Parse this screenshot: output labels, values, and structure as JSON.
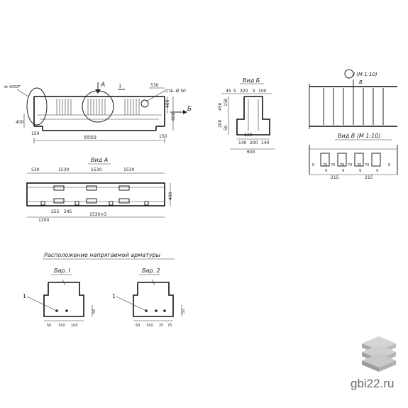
{
  "beam": {
    "total_length": "5550",
    "height_left": "400",
    "height_right": "400",
    "end_height": "150",
    "top_ext": "530",
    "hole_label": "Отв. Ø 50",
    "left_callout": "№ 4052Т",
    "arrow_a": "А",
    "arrow_b": "Б",
    "section_i": "I",
    "dim_150": "150",
    "dim_600": "600"
  },
  "view_b": {
    "title": "Вид Б",
    "dims_top": [
      "45",
      "5",
      "320",
      "5",
      "100"
    ],
    "dims_bottom": [
      "320",
      "140",
      "200",
      "140"
    ],
    "width": "600",
    "left_dims": [
      "450",
      "150",
      "200",
      "50"
    ]
  },
  "view_a": {
    "title": "Вид А",
    "top_dims": [
      "530",
      "1530",
      "1530",
      "1530"
    ],
    "height": "400",
    "bottom_dims": [
      "1200",
      "255",
      "245",
      "1530×3"
    ]
  },
  "detail_i": {
    "label": "I (М 1:10)",
    "sub": "В"
  },
  "view_v": {
    "title": "Вид В (М 1:10)",
    "dims": [
      "6",
      "70",
      "70",
      "70",
      "70",
      "70",
      "70",
      "6"
    ],
    "sub_dims": [
      "9",
      "9",
      "9",
      "9"
    ],
    "bottom": [
      "215",
      "215"
    ]
  },
  "reinforcement": {
    "title": "Расположение напрягаемой арматуры",
    "var1": "Вар. I",
    "var2": "Вар. 2",
    "leader1": "1",
    "leader2": "1",
    "v1_dims": [
      "50",
      "150",
      "100"
    ],
    "v2_dims": [
      "50",
      "150",
      "25",
      "75"
    ],
    "v1_side": "50",
    "v2_side": "50"
  },
  "watermark": {
    "site": "gbi22.ru"
  }
}
